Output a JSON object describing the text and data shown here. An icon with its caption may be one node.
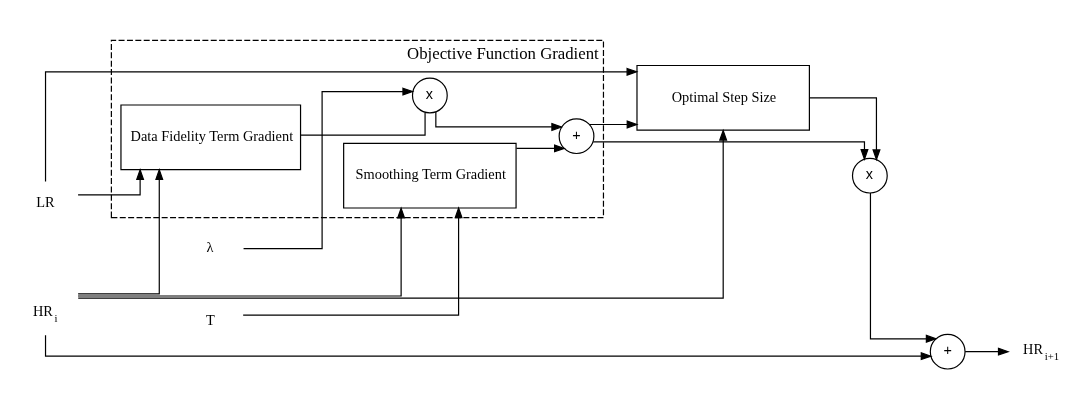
{
  "diagram": {
    "nodes": [
      {
        "text": [
          "T"
        ]
      },
      {
        "text": [
          "Objective Function Gradient"
        ]
      },
      {
        "text": [
          "Smoothing Term Gradient"
        ],
        "in": 1
      },
      {
        "text": [
          "Data Fidelity Term Gradient"
        ],
        "in": 1
      },
      {
        "text": [
          "x"
        ],
        "in": 1
      },
      {
        "text": [
          "+"
        ],
        "in": 1
      },
      {
        "text": [
          "HR$_{i}$"
        ]
      },
      {
        "text": [
          "Optimal Step Size"
        ]
      },
      {
        "text": [
          "x"
        ]
      },
      {
        "text": [
          "+"
        ]
      },
      {
        "text": [
          "HR$_{i+1}$"
        ]
      },
      {
        "text": [
          "LR"
        ]
      },
      {
        "text": [
          "λ"
        ]
      }
    ],
    "edges": [
      {
        "from": 0,
        "to": 2,
        "arrow": "to"
      },
      {
        "from": 6,
        "to": 2,
        "arrow": "to"
      },
      {
        "from": 6,
        "to": 3,
        "arrow": "to"
      },
      {
        "from": 2,
        "to": 5,
        "arrow": "to"
      },
      {
        "from": 3,
        "to": 4,
        "arrow": "none"
      },
      {
        "from": 4,
        "to": 5,
        "arrow": "to"
      },
      {
        "from": 11,
        "to": 3,
        "arrow": "to"
      },
      {
        "from": 12,
        "to": 4,
        "arrow": "to"
      },
      {
        "from": 5,
        "to": 7,
        "arrow": "to"
      },
      {
        "from": 5,
        "to": 8,
        "arrow": "to"
      },
      {
        "from": 11,
        "to": 7,
        "arrow": "to"
      },
      {
        "from": 6,
        "to": 7,
        "arrow": "to"
      },
      {
        "from": 7,
        "to": 8,
        "arrow": "to"
      },
      {
        "from": 6,
        "to": 9,
        "arrow": "to"
      },
      {
        "from": 8,
        "to": 9,
        "arrow": "to"
      },
      {
        "from": 9,
        "to": 10,
        "arrow": "to"
      }
    ]
  }
}
